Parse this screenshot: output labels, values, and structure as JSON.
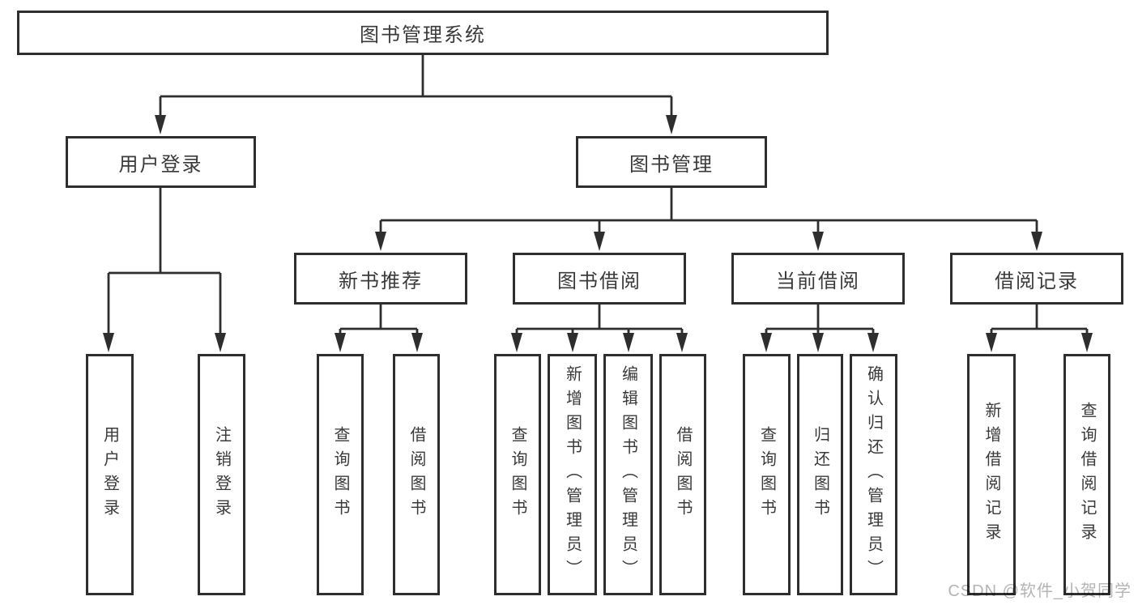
{
  "diagram": {
    "root": {
      "label": "图书管理系统"
    },
    "level2": [
      {
        "label": "用户登录"
      },
      {
        "label": "图书管理"
      }
    ],
    "level3": [
      {
        "label": "新书推荐"
      },
      {
        "label": "图书借阅"
      },
      {
        "label": "当前借阅"
      },
      {
        "label": "借阅记录"
      }
    ],
    "leaves": [
      {
        "label": "用户登录"
      },
      {
        "label": "注销登录"
      },
      {
        "label": "查询图书"
      },
      {
        "label": "借阅图书"
      },
      {
        "label": "查询图书"
      },
      {
        "label": "新增图书（管理员）"
      },
      {
        "label": "编辑图书（管理员）"
      },
      {
        "label": "借阅图书"
      },
      {
        "label": "查询图书"
      },
      {
        "label": "归还图书"
      },
      {
        "label": "确认归还（管理员）"
      },
      {
        "label": "新增借阅记录"
      },
      {
        "label": "查询借阅记录"
      }
    ]
  },
  "watermark": {
    "text": "CSDN @软件_小贺同学"
  },
  "colors": {
    "line": "#2e2e2e",
    "border": "#2e2e2e",
    "text": "#3a3a3a",
    "background": "#ffffff",
    "watermark": "#b4b4b4"
  }
}
